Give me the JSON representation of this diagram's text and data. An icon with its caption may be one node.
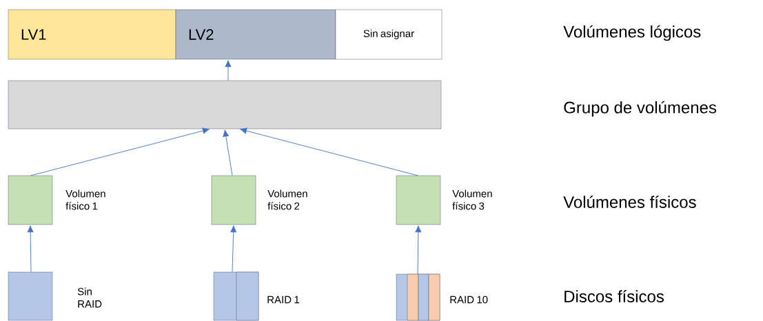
{
  "diagram": {
    "nodes": [
      {
        "text": [
          "LV1"
        ]
      },
      {
        "text": [
          "LV2"
        ]
      },
      {
        "text": [
          "Sin asignar"
        ]
      },
      {
        "text": [],
        "shape": "box"
      },
      {
        "text": [],
        "shape": "box",
        "beside": [
          "Volumen físico 1"
        ]
      },
      {
        "text": [],
        "shape": "box",
        "beside": [
          "Volumen físico 2"
        ]
      },
      {
        "text": [],
        "shape": "box",
        "beside": [
          "Volumen físico 3"
        ]
      },
      {
        "text": [],
        "shape": "box",
        "beside": [
          "Sin RAID"
        ]
      },
      {
        "text": [],
        "shape": "box",
        "beside": [
          "RAID 1"
        ]
      },
      {
        "text": [],
        "shape": "box",
        "beside": [
          "RAID 10"
        ]
      }
    ],
    "edges": [
      {
        "from": 3,
        "to": 1,
        "arrow": "to"
      },
      {
        "from": 4,
        "to": 3,
        "arrow": "to"
      },
      {
        "from": 5,
        "to": 3,
        "arrow": "to"
      },
      {
        "from": 6,
        "to": 3,
        "arrow": "to"
      },
      {
        "from": 7,
        "to": 4,
        "arrow": "to"
      },
      {
        "from": 8,
        "to": 5,
        "arrow": "to"
      },
      {
        "from": 9,
        "to": 6,
        "arrow": "to"
      }
    ],
    "labels": [
      "Volúmenes lógicos",
      "Grupo de volúmenes",
      "Volúmenes físicos",
      "Discos físicos"
    ]
  }
}
